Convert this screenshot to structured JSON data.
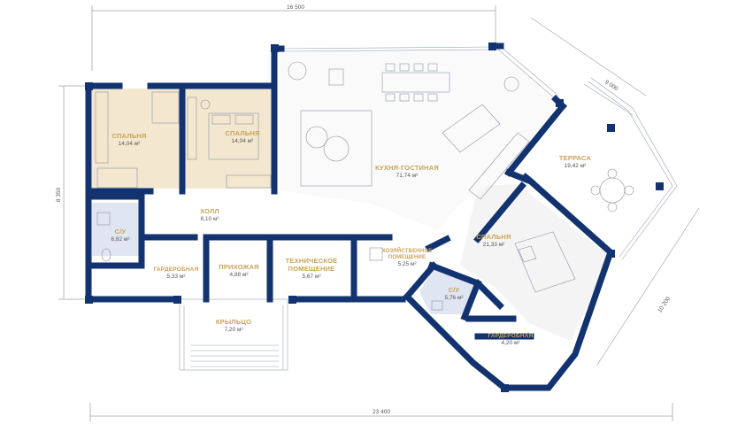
{
  "dimensions": {
    "top": "16 500",
    "bottom": "23 400",
    "left": "8 350",
    "diag_top": "9 000",
    "diag_right": "10 200"
  },
  "rooms": {
    "bedroom1": {
      "name": "СПАЛЬНЯ",
      "area": "14,04 м²"
    },
    "bedroom2": {
      "name": "СПАЛЬНЯ",
      "area": "14,04 м²"
    },
    "kitchen_living": {
      "name": "КУХНЯ-ГОСТИНАЯ",
      "area": "71,74 м²"
    },
    "terrace": {
      "name": "ТЕРРАСА",
      "area": "19,42 м²"
    },
    "bathroom1": {
      "name": "С/У",
      "area": "6,82 м²"
    },
    "hall": {
      "name": "ХОЛЛ",
      "area": "8,10 м²"
    },
    "bedroom3": {
      "name": "СПАЛЬНЯ",
      "area": "21,33 м²"
    },
    "utility": {
      "name_1": "ХОЗЯЙСТВЕННОЕ",
      "name_2": "ПОМЕЩЕНИЕ",
      "area": "5,25 м²"
    },
    "wardrobe1": {
      "name": "ГАРДЕРОБНАЯ",
      "area": "5,33 м²"
    },
    "entry": {
      "name": "ПРИХОЖАЯ",
      "area": "4,88 м²"
    },
    "technical": {
      "name_1": "ТЕХНИЧЕСКОЕ",
      "name_2": "ПОМЕЩЕНИЕ",
      "area": "5,67 м²"
    },
    "bathroom2": {
      "name": "С/У",
      "area": "5,76 м²"
    },
    "porch": {
      "name": "КРЫЛЬЦО",
      "area": "7,20 м²"
    },
    "wardrobe2": {
      "name": "ГАРДЕРОБНАЯ",
      "area": "4,20 м²"
    }
  },
  "colors": {
    "wall": "#123370",
    "label": "#c9a25a",
    "bedroom_fill": "#f3e7cf",
    "bathroom_fill": "#dfe6f2",
    "floor_fill": "#f6f6f6"
  }
}
